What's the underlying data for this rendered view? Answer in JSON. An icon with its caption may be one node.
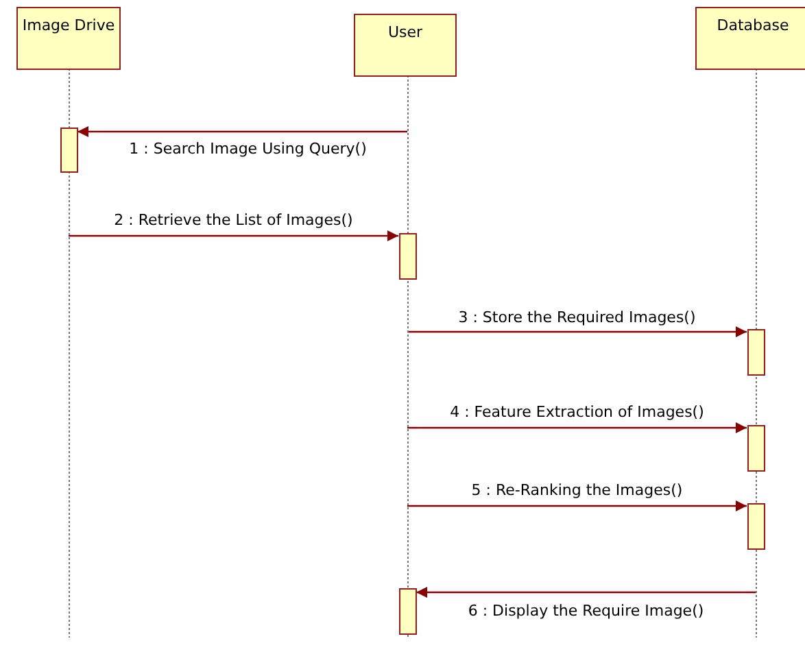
{
  "diagram": {
    "nodes": [
      {
        "text": [
          "Image Drive"
        ]
      },
      {
        "text": [
          "User"
        ]
      },
      {
        "text": [
          "Database"
        ]
      },
      {
        "text": [],
        "shape": "bar",
        "in": 0
      },
      {
        "text": [],
        "shape": "bar",
        "in": 1
      },
      {
        "text": [],
        "shape": "bar",
        "in": 2
      },
      {
        "text": [],
        "shape": "bar",
        "in": 2
      },
      {
        "text": [],
        "shape": "bar",
        "in": 2
      },
      {
        "text": [],
        "shape": "bar",
        "in": 1
      }
    ],
    "edges": [
      {
        "from": 1,
        "to": 3,
        "arrow": "to",
        "label": "1 : Search Image Using Query()"
      },
      {
        "from": 0,
        "to": 4,
        "arrow": "to",
        "label": "2 : Retrieve the List of Images()"
      },
      {
        "from": 1,
        "to": 5,
        "arrow": "to",
        "label": "3 : Store the Required Images()"
      },
      {
        "from": 1,
        "to": 6,
        "arrow": "to",
        "label": "4 : Feature Extraction of Images()"
      },
      {
        "from": 1,
        "to": 7,
        "arrow": "to",
        "label": "5 : Re-Ranking the Images()"
      },
      {
        "from": 2,
        "to": 8,
        "arrow": "to",
        "label": "6 : Display the Require Image()"
      }
    ]
  }
}
